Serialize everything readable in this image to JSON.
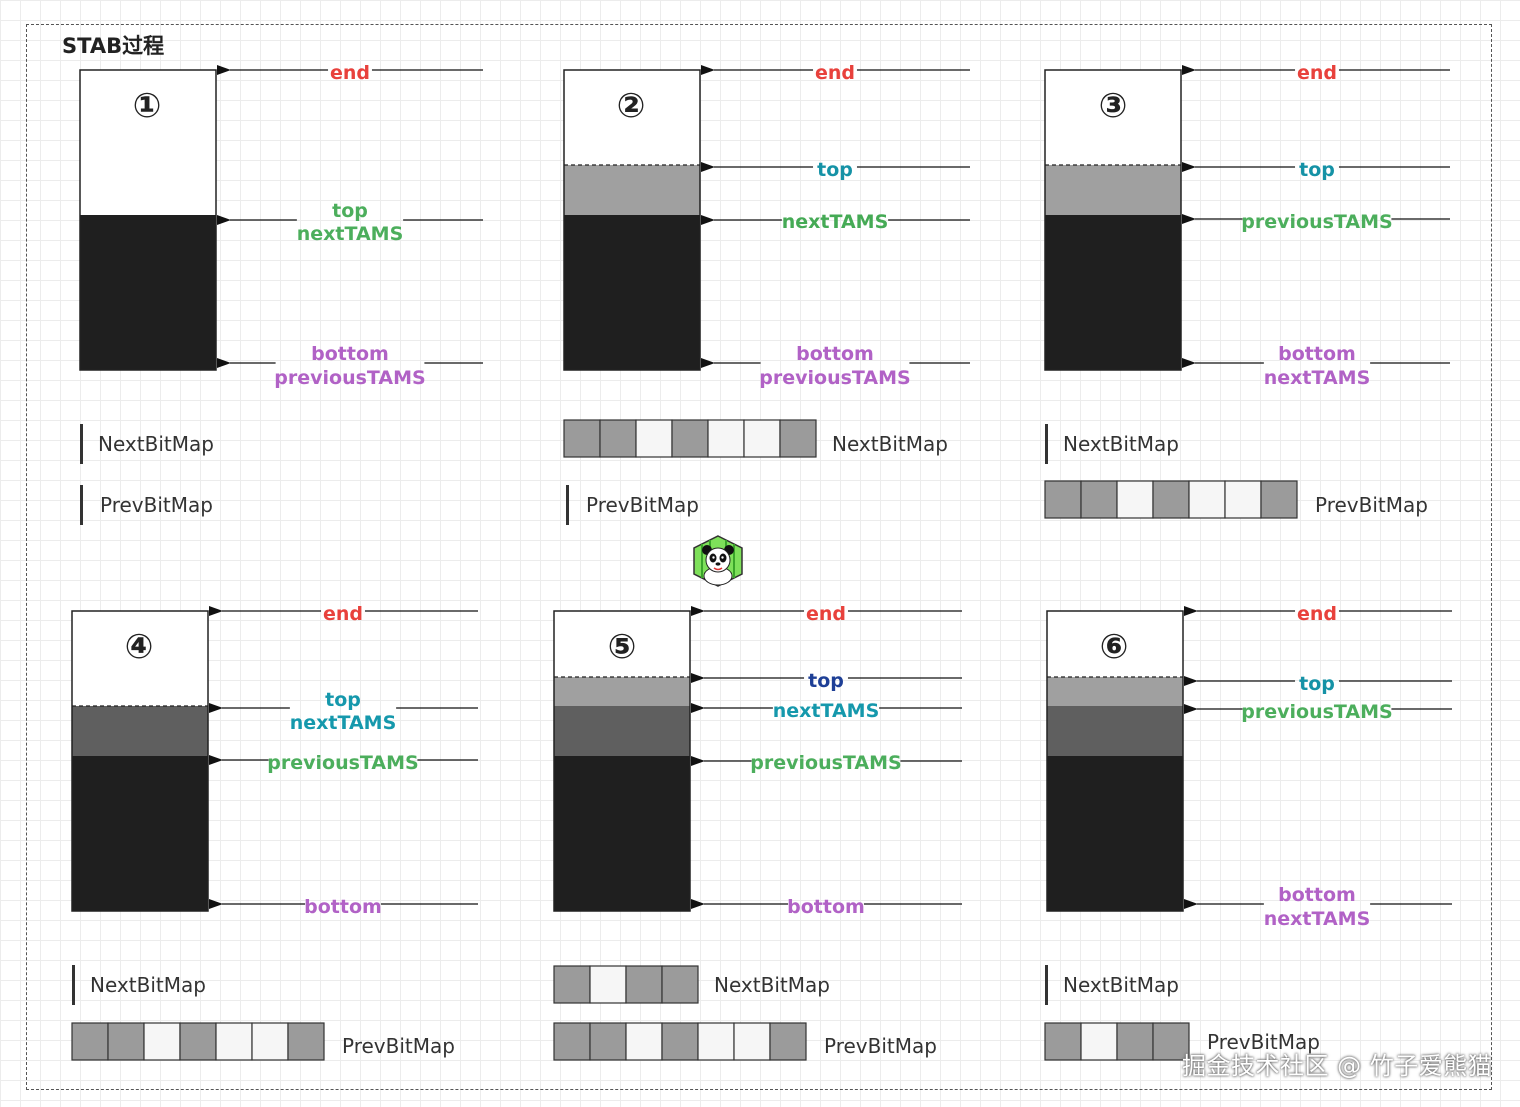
{
  "title": "STAB过程",
  "watermark": "掘金技术社区 @ 竹子爱熊猫",
  "logo_icon": "panda-icon",
  "colors": {
    "end": "#e8413c",
    "top_green": "#4cae5c",
    "top_teal": "#1592a6",
    "top_blue": "#1e3f96",
    "next_green": "#45aa55",
    "next_teal": "#1598ac",
    "prev_green": "#4cae5c",
    "bottom": "#b162c6",
    "black": "#1f1f1f",
    "gray": "#a0a0a0",
    "dark_gray": "#5f5f5f",
    "cell_gray": "#9b9b9b",
    "cell_white": "#f6f6f6"
  },
  "panels": [
    {
      "number": "①",
      "labels": [
        {
          "lines": [
            "end"
          ],
          "color": "end"
        },
        {
          "lines": [
            "top",
            "nextTAMS"
          ],
          "color": "top_green"
        },
        {
          "lines": [
            "bottom",
            "previousTAMS"
          ],
          "color": "bottom"
        }
      ],
      "next_bitmap": {
        "label": "NextBitMap",
        "cells": []
      },
      "prev_bitmap": {
        "label": "PrevBitMap",
        "cells": []
      }
    },
    {
      "number": "②",
      "labels": [
        {
          "lines": [
            "end"
          ],
          "color": "end"
        },
        {
          "lines": [
            "top"
          ],
          "color": "top_teal"
        },
        {
          "lines": [
            "nextTAMS"
          ],
          "color": "next_green"
        },
        {
          "lines": [
            "bottom",
            "previousTAMS"
          ],
          "color": "bottom"
        }
      ],
      "next_bitmap": {
        "label": "NextBitMap",
        "cells": [
          1,
          1,
          0,
          1,
          0,
          0,
          1
        ]
      },
      "prev_bitmap": {
        "label": "PrevBitMap",
        "cells": []
      }
    },
    {
      "number": "③",
      "labels": [
        {
          "lines": [
            "end"
          ],
          "color": "end"
        },
        {
          "lines": [
            "top"
          ],
          "color": "top_teal"
        },
        {
          "lines": [
            "previousTAMS"
          ],
          "color": "prev_green"
        },
        {
          "lines": [
            "bottom",
            "nextTAMS"
          ],
          "color": "bottom"
        }
      ],
      "next_bitmap": {
        "label": "NextBitMap",
        "cells": []
      },
      "prev_bitmap": {
        "label": "PrevBitMap",
        "cells": [
          1,
          1,
          0,
          1,
          0,
          0,
          1
        ]
      }
    },
    {
      "number": "④",
      "labels": [
        {
          "lines": [
            "end"
          ],
          "color": "end"
        },
        {
          "lines": [
            "top",
            "nextTAMS"
          ],
          "color": "next_teal"
        },
        {
          "lines": [
            "previousTAMS"
          ],
          "color": "prev_green"
        },
        {
          "lines": [
            "bottom"
          ],
          "color": "bottom"
        }
      ],
      "next_bitmap": {
        "label": "NextBitMap",
        "cells": []
      },
      "prev_bitmap": {
        "label": "PrevBitMap",
        "cells": [
          1,
          1,
          0,
          1,
          0,
          0,
          1
        ]
      }
    },
    {
      "number": "⑤",
      "labels": [
        {
          "lines": [
            "end"
          ],
          "color": "end"
        },
        {
          "lines": [
            "top"
          ],
          "color": "top_blue"
        },
        {
          "lines": [
            "nextTAMS"
          ],
          "color": "next_teal"
        },
        {
          "lines": [
            "previousTAMS"
          ],
          "color": "prev_green"
        },
        {
          "lines": [
            "bottom"
          ],
          "color": "bottom"
        }
      ],
      "next_bitmap": {
        "label": "NextBitMap",
        "cells": [
          1,
          0,
          1,
          1
        ]
      },
      "prev_bitmap": {
        "label": "PrevBitMap",
        "cells": [
          1,
          1,
          0,
          1,
          0,
          0,
          1
        ]
      }
    },
    {
      "number": "⑥",
      "labels": [
        {
          "lines": [
            "end"
          ],
          "color": "end"
        },
        {
          "lines": [
            "top"
          ],
          "color": "top_teal"
        },
        {
          "lines": [
            "previousTAMS"
          ],
          "color": "prev_green"
        },
        {
          "lines": [
            "bottom",
            "nextTAMS"
          ],
          "color": "bottom"
        }
      ],
      "next_bitmap": {
        "label": "NextBitMap",
        "cells": []
      },
      "prev_bitmap": {
        "label": "PrevBitMap",
        "cells": [
          1,
          0,
          1,
          1
        ]
      }
    }
  ]
}
